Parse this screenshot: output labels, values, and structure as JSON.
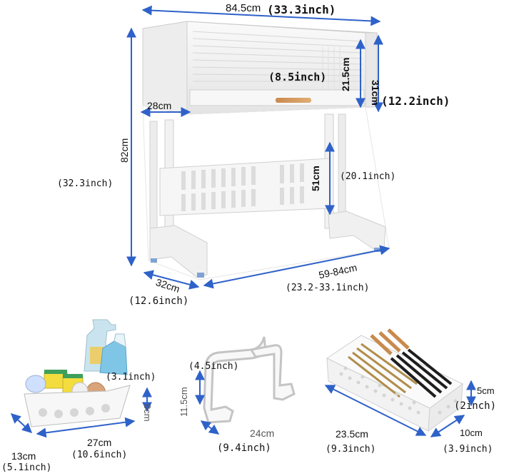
{
  "rack": {
    "width_cm": "84.5cm",
    "width_inch": "(33.3inch)",
    "cabinet_height_cm": "21.5cm",
    "cabinet_height_inch": "(8.5inch)",
    "top_height_cm": "31cm",
    "top_height_inch": "(12.2inch)",
    "shelf_depth_cm": "28cm",
    "total_height_cm": "82cm",
    "total_height_inch": "(32.3inch)",
    "clearance_cm": "51cm",
    "clearance_inch": "(20.1inch)",
    "depth_cm": "32cm",
    "depth_inch": "(12.6inch)",
    "span_cm": "59-84cm",
    "span_inch": "(23.2-33.1inch)"
  },
  "caddy": {
    "height_inch": "(3.1inch)",
    "height_cm": "8cm",
    "length_cm": "27cm",
    "length_inch": "(10.6inch)",
    "width_cm": "13cm",
    "width_inch": "(5.1inch)"
  },
  "hook": {
    "width_inch": "(4.5inch)",
    "height_cm": "11.5cm",
    "length_cm": "24cm",
    "length_inch": "(9.4inch)"
  },
  "tray": {
    "height_cm": "5cm",
    "height_inch": "(2inch)",
    "length_cm": "23.5cm",
    "length_inch": "(9.3inch)",
    "width_cm": "10cm",
    "width_inch": "(3.9inch)"
  }
}
